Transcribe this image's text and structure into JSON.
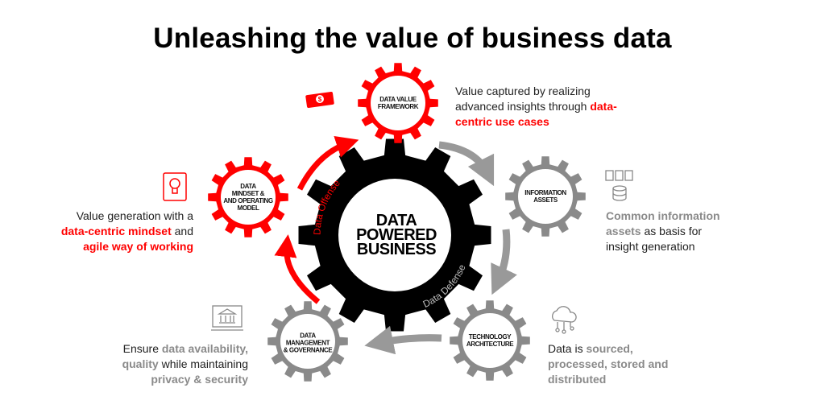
{
  "title": "Unleashing the value of business data",
  "center": {
    "line1": "DATA",
    "line2": "POWERED",
    "line3": "BUSINESS",
    "offense": "Data Offense",
    "defense": "Data Defense"
  },
  "gears": {
    "framework": {
      "line1": "DATA VALUE",
      "line2": "FRAMEWORK"
    },
    "info": {
      "line1": "INFORMATION",
      "line2": "ASSETS"
    },
    "tech": {
      "line1": "TECHNOLOGY",
      "line2": "ARCHITECTURE"
    },
    "mgmt": {
      "line1": "DATA",
      "line2": "MANAGEMENT",
      "line3": "& GOVERNANCE"
    },
    "mindset": {
      "line1": "DATA",
      "line2": "MINDSET &",
      "line3": "AND OPERATING",
      "line4": "MODEL"
    }
  },
  "descriptions": {
    "framework": {
      "a": "Value captured by realizing",
      "b": "advanced insights through ",
      "c": "data-",
      "d": "centric use cases"
    },
    "info": {
      "a": "Common information",
      "b": "assets",
      "c": " as basis for",
      "d": "insight generation"
    },
    "tech": {
      "a": "Data is ",
      "b": "sourced,",
      "c": "processed, stored and",
      "d": "distributed"
    },
    "mgmt": {
      "a": "Ensure ",
      "b": "data availability,",
      "c": "quality",
      "d": " while maintaining",
      "e": "privacy & security"
    },
    "mindset": {
      "a": "Value generation with a",
      "b": "data-centric mindset",
      "c": " and",
      "d": "agile way of working"
    }
  },
  "colors": {
    "red": "#ff0000",
    "gray": "#8a8a8a",
    "black": "#000000"
  }
}
